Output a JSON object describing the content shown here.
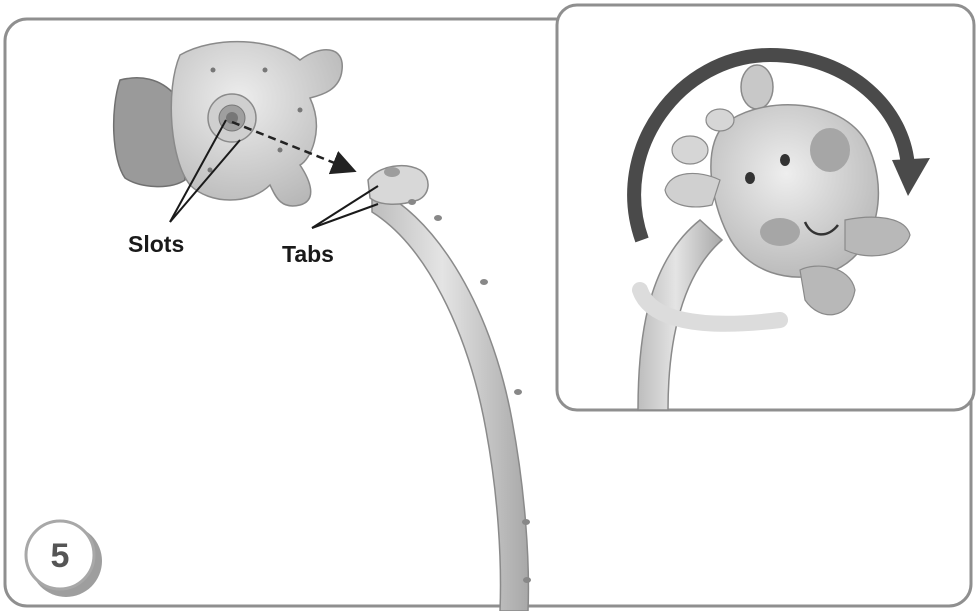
{
  "labels": {
    "slots": "Slots",
    "tabs": "Tabs"
  },
  "step": {
    "number": "5"
  },
  "colors": {
    "frame": "#8f8f8f",
    "part_fill": "#d2d2d2",
    "part_shade": "#a9a9a9",
    "rotation_arrow": "#4a4a4a",
    "text": "#1a1a1a"
  },
  "icons": {
    "rotation": "clockwise-rotation-arrow-icon",
    "insert": "dashed-insert-arrow-icon"
  }
}
